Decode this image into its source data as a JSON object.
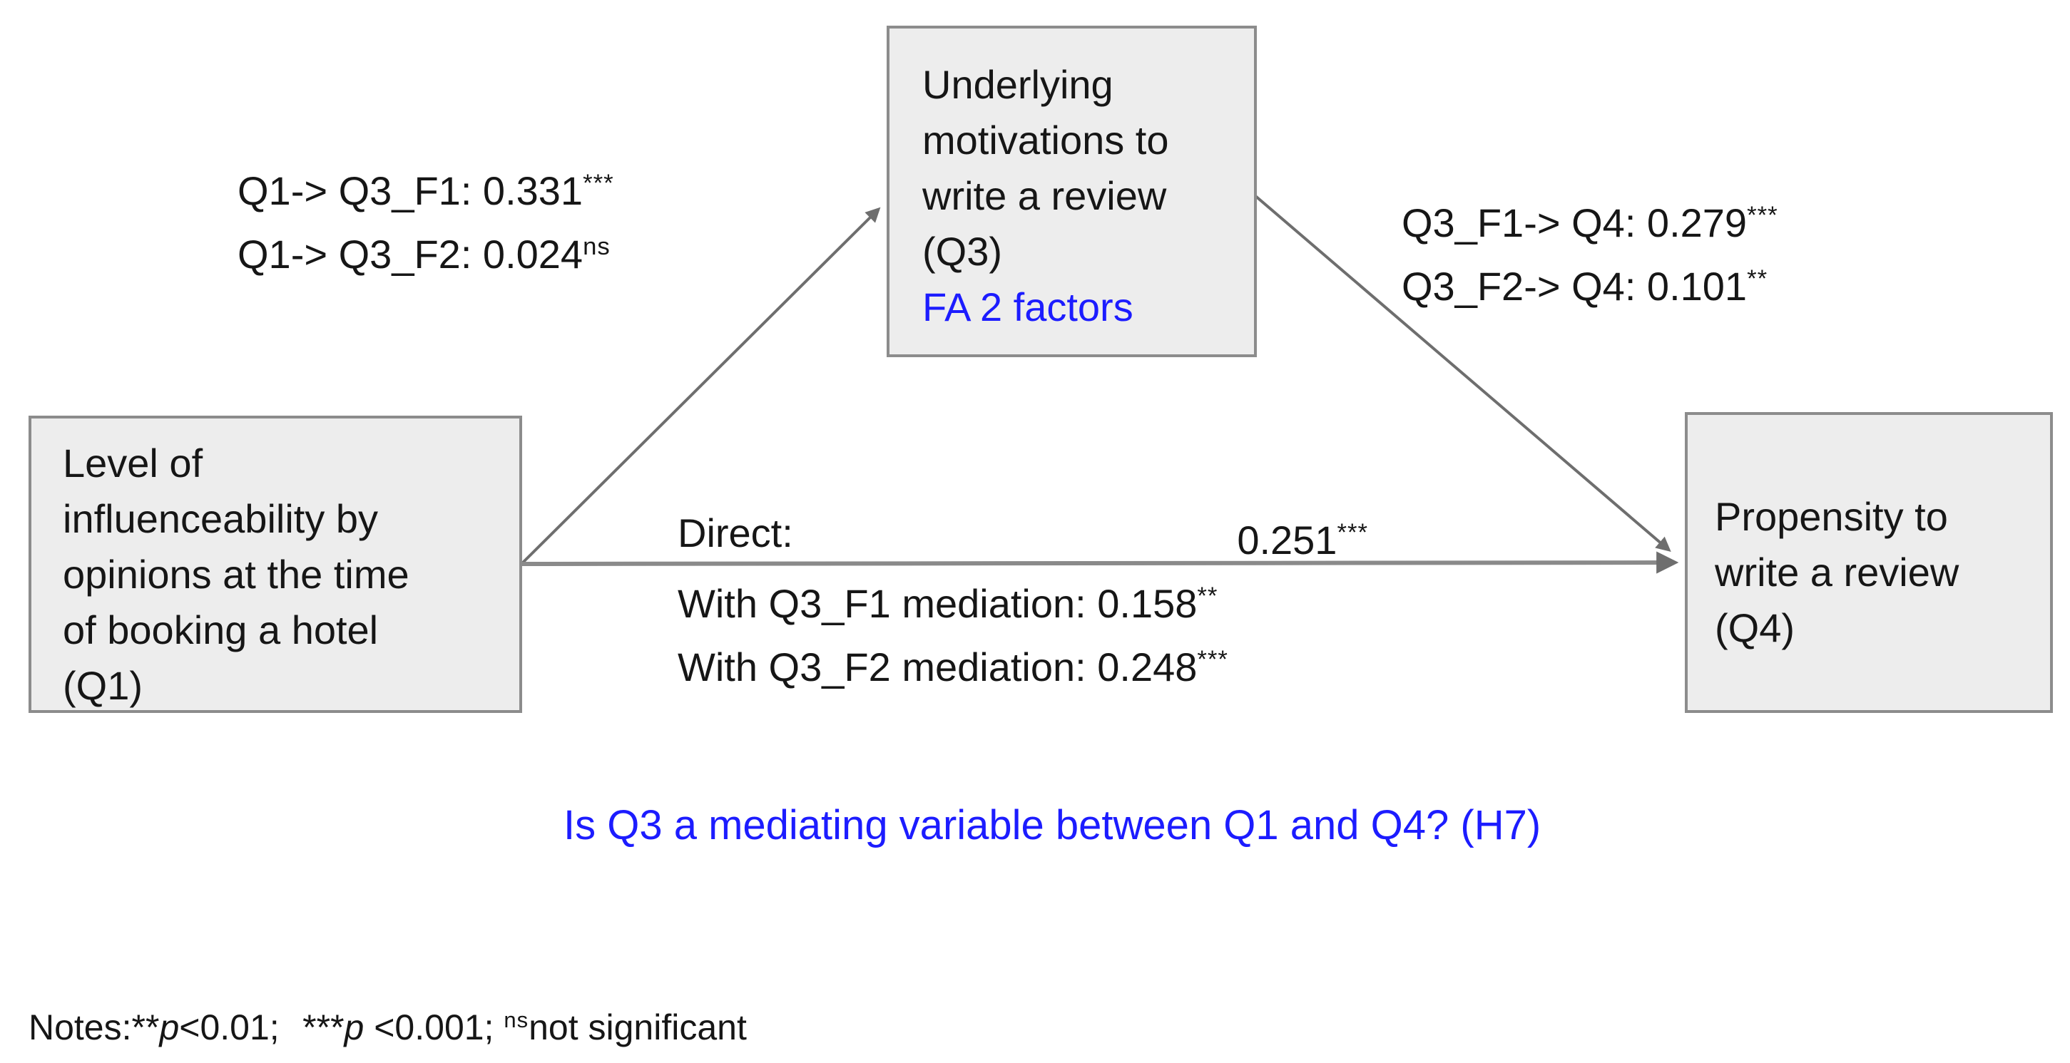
{
  "nodes": {
    "q1": {
      "lines": [
        "Level of",
        "influenceability by",
        "opinions at the time",
        "of booking a hotel",
        "(Q1)"
      ]
    },
    "q3": {
      "lines": [
        "Underlying",
        "motivations to",
        "write a review",
        "(Q3)"
      ],
      "subtitle": "FA 2 factors"
    },
    "q4": {
      "lines": [
        "Propensity to",
        "write a review",
        "(Q4)"
      ]
    }
  },
  "path_labels": {
    "q1_q3": {
      "line1": "Q1-> Q3_F1: 0.331",
      "line1_sig": "***",
      "line2": "Q1-> Q3_F2: 0.024",
      "line2_sig": "ns"
    },
    "q3_q4": {
      "line1": "Q3_F1-> Q4: 0.279",
      "line1_sig": "***",
      "line2": "Q3_F2-> Q4: 0.101",
      "line2_sig": "**"
    },
    "direct": {
      "label": "Direct:",
      "value": "0.251",
      "value_sig": "***",
      "med1": "With Q3_F1 mediation: 0.158",
      "med1_sig": "**",
      "med2": "With Q3_F2 mediation: 0.248",
      "med2_sig": "***"
    }
  },
  "question": "Is Q3 a mediating variable between Q1 and Q4? (H7)",
  "notes": {
    "prefix": "Notes:",
    "sig2": "**",
    "p1": "p",
    "cond1": "<0.01;",
    "sig3": "***",
    "p2": "p",
    "cond2": " <0.001;",
    "ns": "ns",
    "ns_text": "not significant"
  },
  "colors": {
    "accent_blue": "#1c1cff",
    "box_fill": "#ededed",
    "box_border": "#8c8c8c",
    "arrow_gray": "#6e6e6e",
    "text": "#161616"
  }
}
